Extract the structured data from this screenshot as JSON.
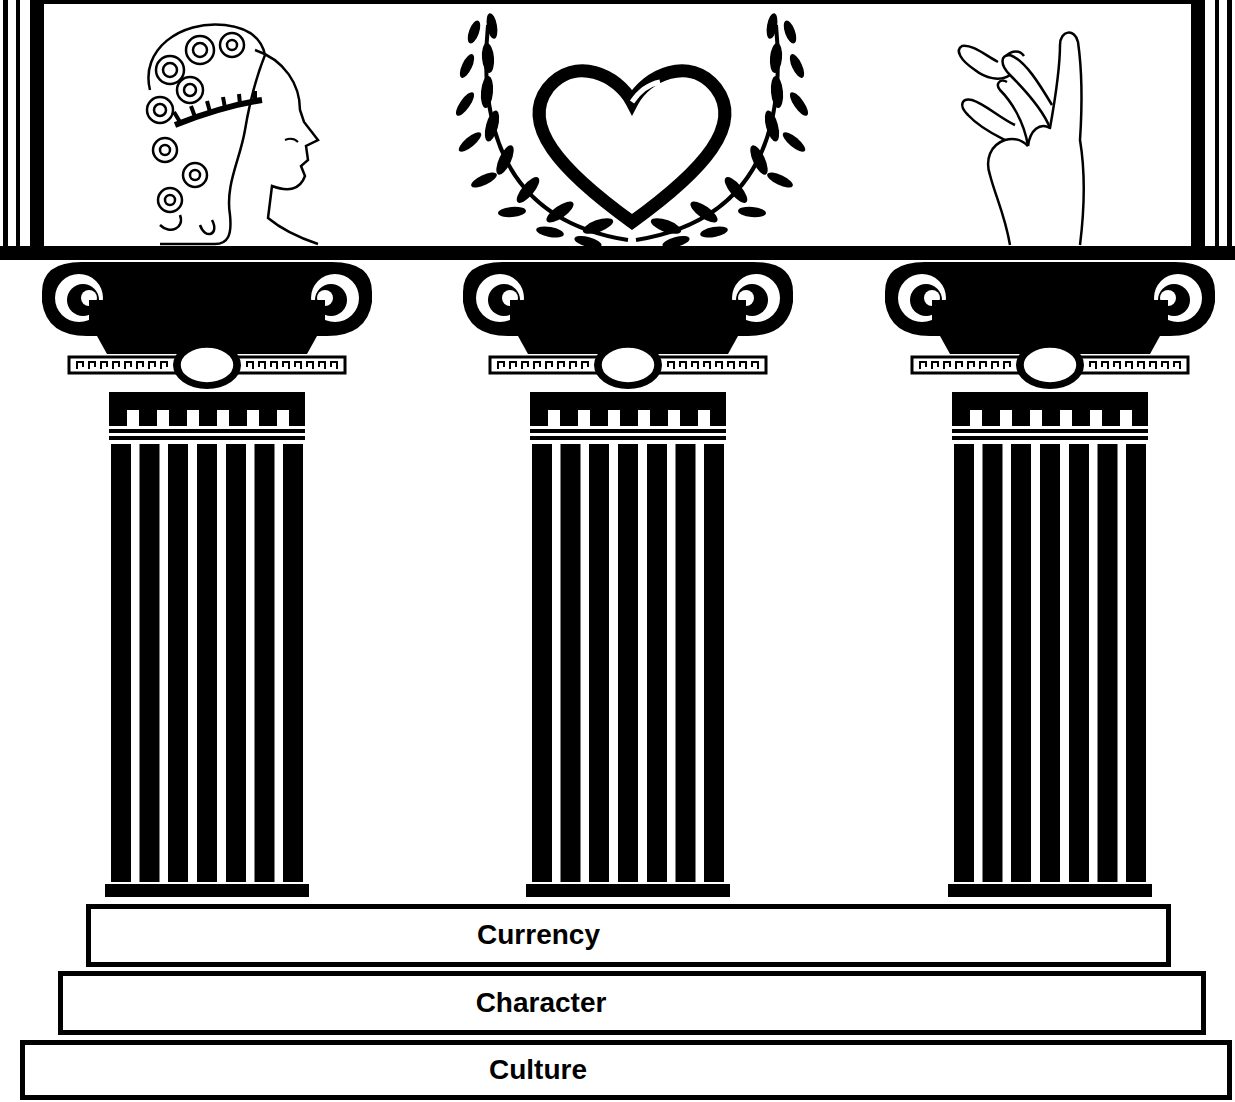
{
  "diagram": {
    "nodes": [
      {
        "text": [
          "Currency"
        ]
      },
      {
        "text": [
          "Character"
        ]
      },
      {
        "text": [
          "Culture"
        ]
      }
    ]
  }
}
